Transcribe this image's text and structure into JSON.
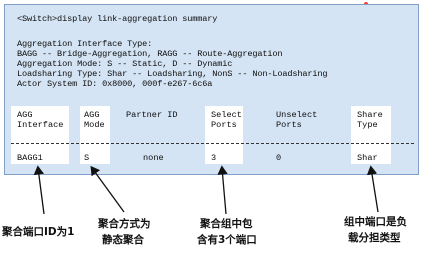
{
  "terminal": {
    "prompt": "<Switch>display link-aggregation summary",
    "lines": [
      "Aggregation Interface Type:",
      "BAGG -- Bridge-Aggregation, RAGG -- Route-Aggregation",
      "Aggregation Mode: S -- Static, D -- Dynamic",
      "Loadsharing Type: Shar -- Loadsharing, NonS -- Non-Loadsharing",
      "Actor System ID: 0x8000, 000f-e267-6c6a"
    ],
    "headers": {
      "agg_interface_1": "AGG",
      "agg_interface_2": "Interface",
      "agg_mode_1": "AGG",
      "agg_mode_2": "Mode",
      "partner_id": "Partner ID",
      "select_ports_1": "Select",
      "select_ports_2": "Ports",
      "unselect_ports_1": "Unselect",
      "unselect_ports_2": "Ports",
      "share_type_1": "Share",
      "share_type_2": "Type"
    },
    "row": {
      "interface": "BAGG1",
      "mode": "S",
      "partner": "none",
      "select": "3",
      "unselect": "0",
      "share": "Shar"
    }
  },
  "annotations": {
    "interface_id": "聚合端口ID为1",
    "mode_1": "聚合方式为",
    "mode_2": "静态聚合",
    "ports_1": "聚合组中包",
    "ports_2": "含有3个端口",
    "share_1": "组中端口是负",
    "share_2": "载分担类型"
  },
  "colors": {
    "panel_bg": "#d4e4f4",
    "highlight": "#ffffff",
    "indicator": "#ff3b3b"
  }
}
